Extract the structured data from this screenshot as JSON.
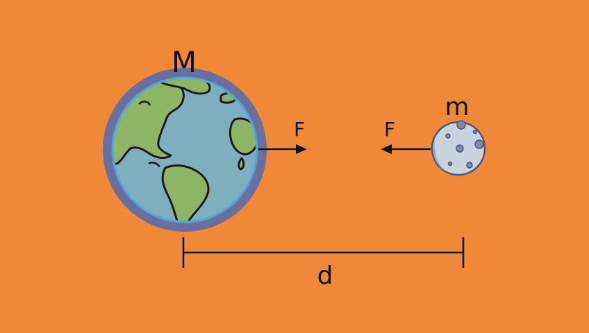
{
  "colors": {
    "background": "#F0883A",
    "earth_ocean": "#7FAFBE",
    "earth_land": "#8DB566",
    "earth_ring": "#6B6F9E",
    "earth_edge": "#4FA6DA",
    "moon_fill": "#C9D3E0",
    "moon_crater": "#7C8AA8",
    "line": "#111111"
  },
  "labels": {
    "big_mass": "M",
    "small_mass": "m",
    "force_left": "F",
    "force_right": "F",
    "distance": "d"
  },
  "icons": {
    "planet": "earth-icon",
    "moon": "moon-icon"
  }
}
